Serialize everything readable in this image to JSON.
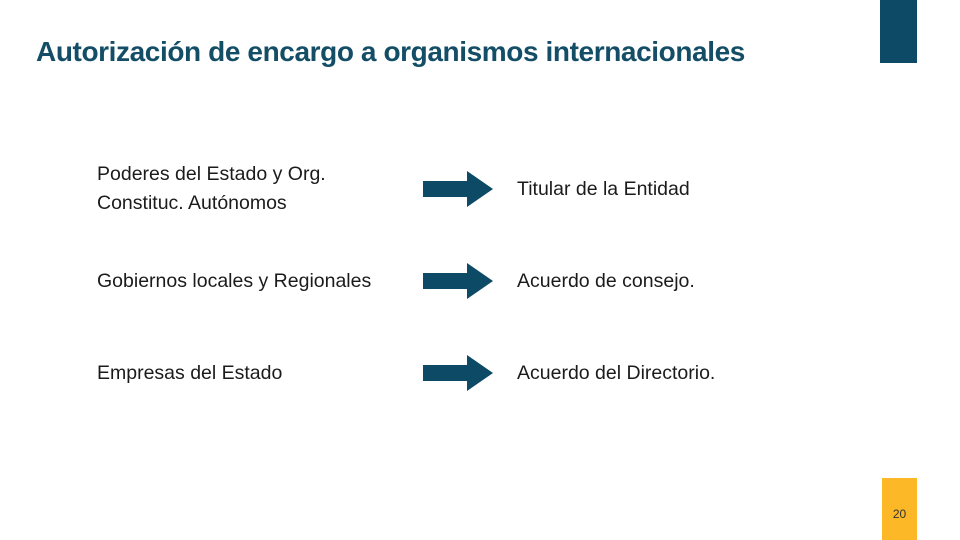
{
  "slide": {
    "title": "Autorización de encargo a organismos internacionales",
    "page_number": "20"
  },
  "colors": {
    "accent_dark_teal": "#0d4a66",
    "title_text": "#134d66",
    "page_tab_yellow": "#fcb826",
    "body_text": "#1b1b1b"
  },
  "icons": {
    "arrow": "right-arrow-icon"
  },
  "rows": [
    {
      "left": "Poderes del Estado y Org.\nConstituc. Autónomos",
      "right": "Titular de la Entidad"
    },
    {
      "left": "Gobiernos locales y Regionales",
      "right": "Acuerdo de consejo."
    },
    {
      "left": "Empresas del Estado",
      "right": "Acuerdo del Directorio."
    }
  ]
}
